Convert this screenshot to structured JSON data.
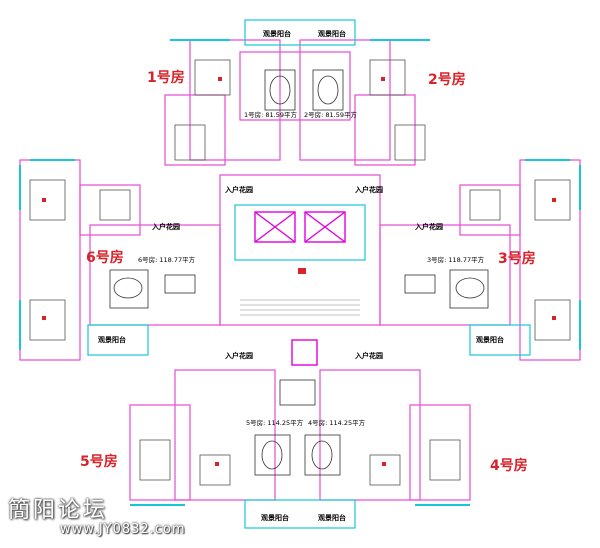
{
  "units": [
    {
      "id": "1",
      "name": "1号房",
      "area_label": "1号房: 81.59平方"
    },
    {
      "id": "2",
      "name": "2号房",
      "area_label": "2号房: 81.59平方"
    },
    {
      "id": "3",
      "name": "3号房",
      "area_label": "3号房: 118.77平方"
    },
    {
      "id": "4",
      "name": "4号房",
      "area_label": "4号房: 114.25平方"
    },
    {
      "id": "5",
      "name": "5号房",
      "area_label": "5号房: 114.25平方"
    },
    {
      "id": "6",
      "name": "6号房",
      "area_label": "6号房: 118.77平方"
    }
  ],
  "room_tags": {
    "balcony": "观景阳台",
    "garden": "入户花园"
  },
  "watermark": {
    "title": "簡阳论坛",
    "url": "www.JY0832.com"
  },
  "colors": {
    "unit_label": "#d8232a",
    "wall_pink": "#e64bd6",
    "wall_cyan": "#19c6d8",
    "core_magenta": "#e000e0",
    "balcony_blue": "#2a3cff"
  }
}
